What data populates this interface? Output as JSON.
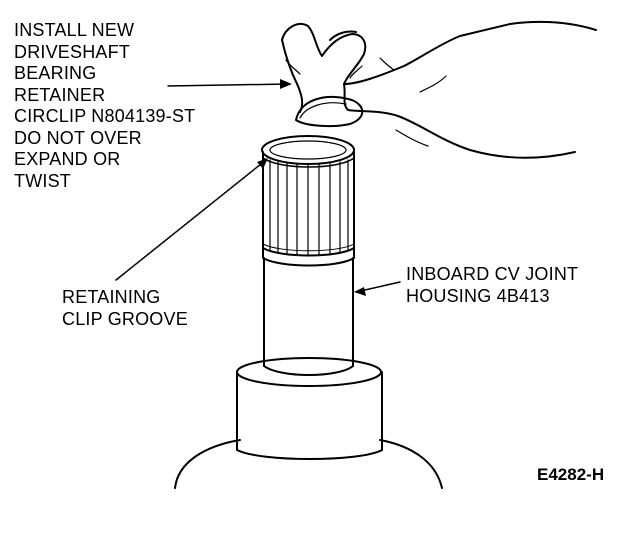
{
  "callouts": {
    "circlip": "INSTALL NEW\nDRIVESHAFT\nBEARING\nRETAINER\nCIRCLIP N804139-ST\nDO NOT OVER\nEXPAND OR\nTWIST",
    "groove": "RETAINING\nCLIP GROOVE",
    "housing": "INBOARD CV JOINT\nHOUSING 4B413"
  },
  "figure_code": "E4282-H",
  "colors": {
    "ink": "#000000",
    "paper": "#ffffff"
  }
}
